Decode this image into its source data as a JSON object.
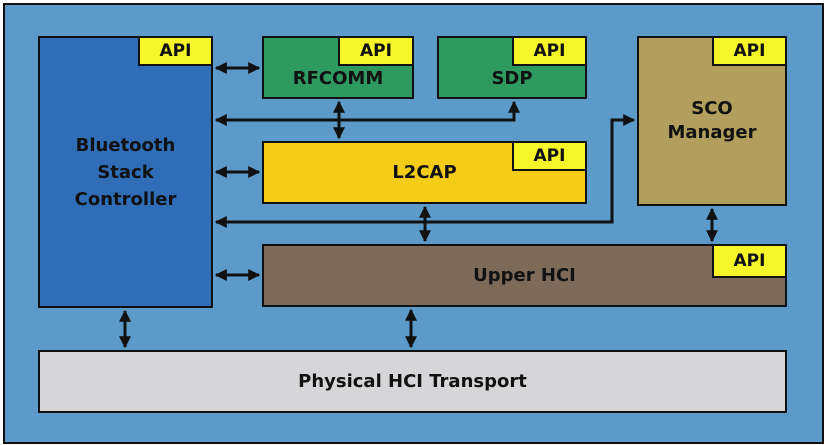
{
  "blocks": {
    "controller": {
      "label_lines": [
        "Bluetooth",
        "Stack",
        "Controller"
      ],
      "color": "#2f6db6"
    },
    "rfcomm": {
      "label": "RFCOMM",
      "color": "#2e9a5f"
    },
    "sdp": {
      "label": "SDP",
      "color": "#2e9a5f"
    },
    "sco": {
      "label_lines": [
        "SCO",
        "Manager"
      ],
      "color": "#b29e5d"
    },
    "l2cap": {
      "label": "L2CAP",
      "color": "#f5cd18"
    },
    "upper_hci": {
      "label": "Upper HCI",
      "color": "#7d6a58"
    },
    "transport": {
      "label": "Physical HCI Transport",
      "color": "#d6d6d8"
    }
  },
  "api_label": "API",
  "colors": {
    "background": "#5b9ac9",
    "api_tag": "#f5f52a",
    "outline": "#111111"
  }
}
